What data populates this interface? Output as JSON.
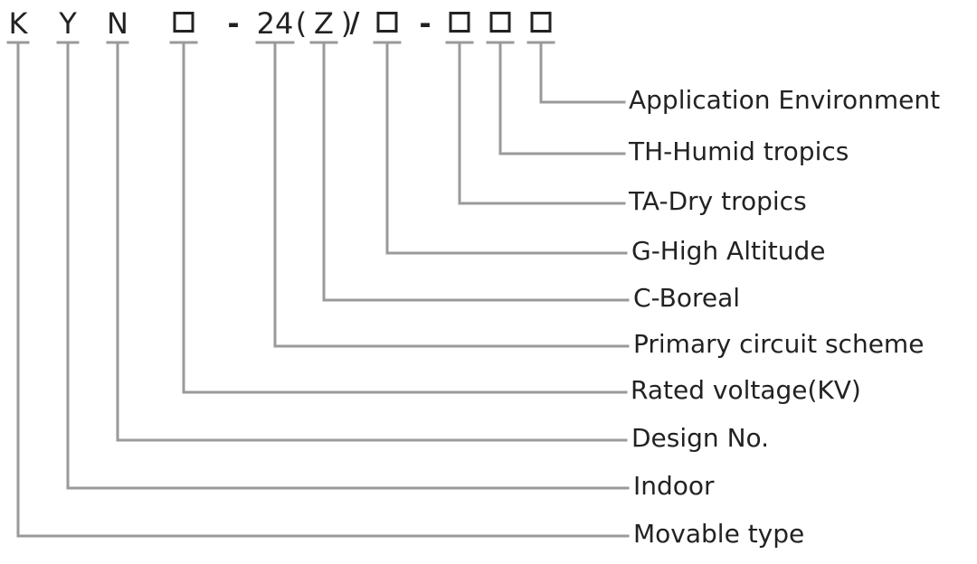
{
  "code": [
    {
      "text": "K"
    },
    {
      "text": "Y"
    },
    {
      "text": "N"
    },
    {
      "box": true
    },
    {
      "text": "-"
    },
    {
      "text": "24"
    },
    {
      "text": "("
    },
    {
      "text": "Z"
    },
    {
      "text": ")"
    },
    {
      "text": "/"
    },
    {
      "box": true
    },
    {
      "text": "-"
    },
    {
      "box": true
    },
    {
      "box": true
    },
    {
      "box": true
    }
  ],
  "labels": [
    "Application Environment",
    "TH-Humid tropics",
    "TA-Dry tropics",
    "G-High Altitude",
    "C-Boreal",
    "Primary circuit scheme",
    "Rated voltage(KV)",
    "Design No.",
    "Indoor",
    "Movable type"
  ]
}
